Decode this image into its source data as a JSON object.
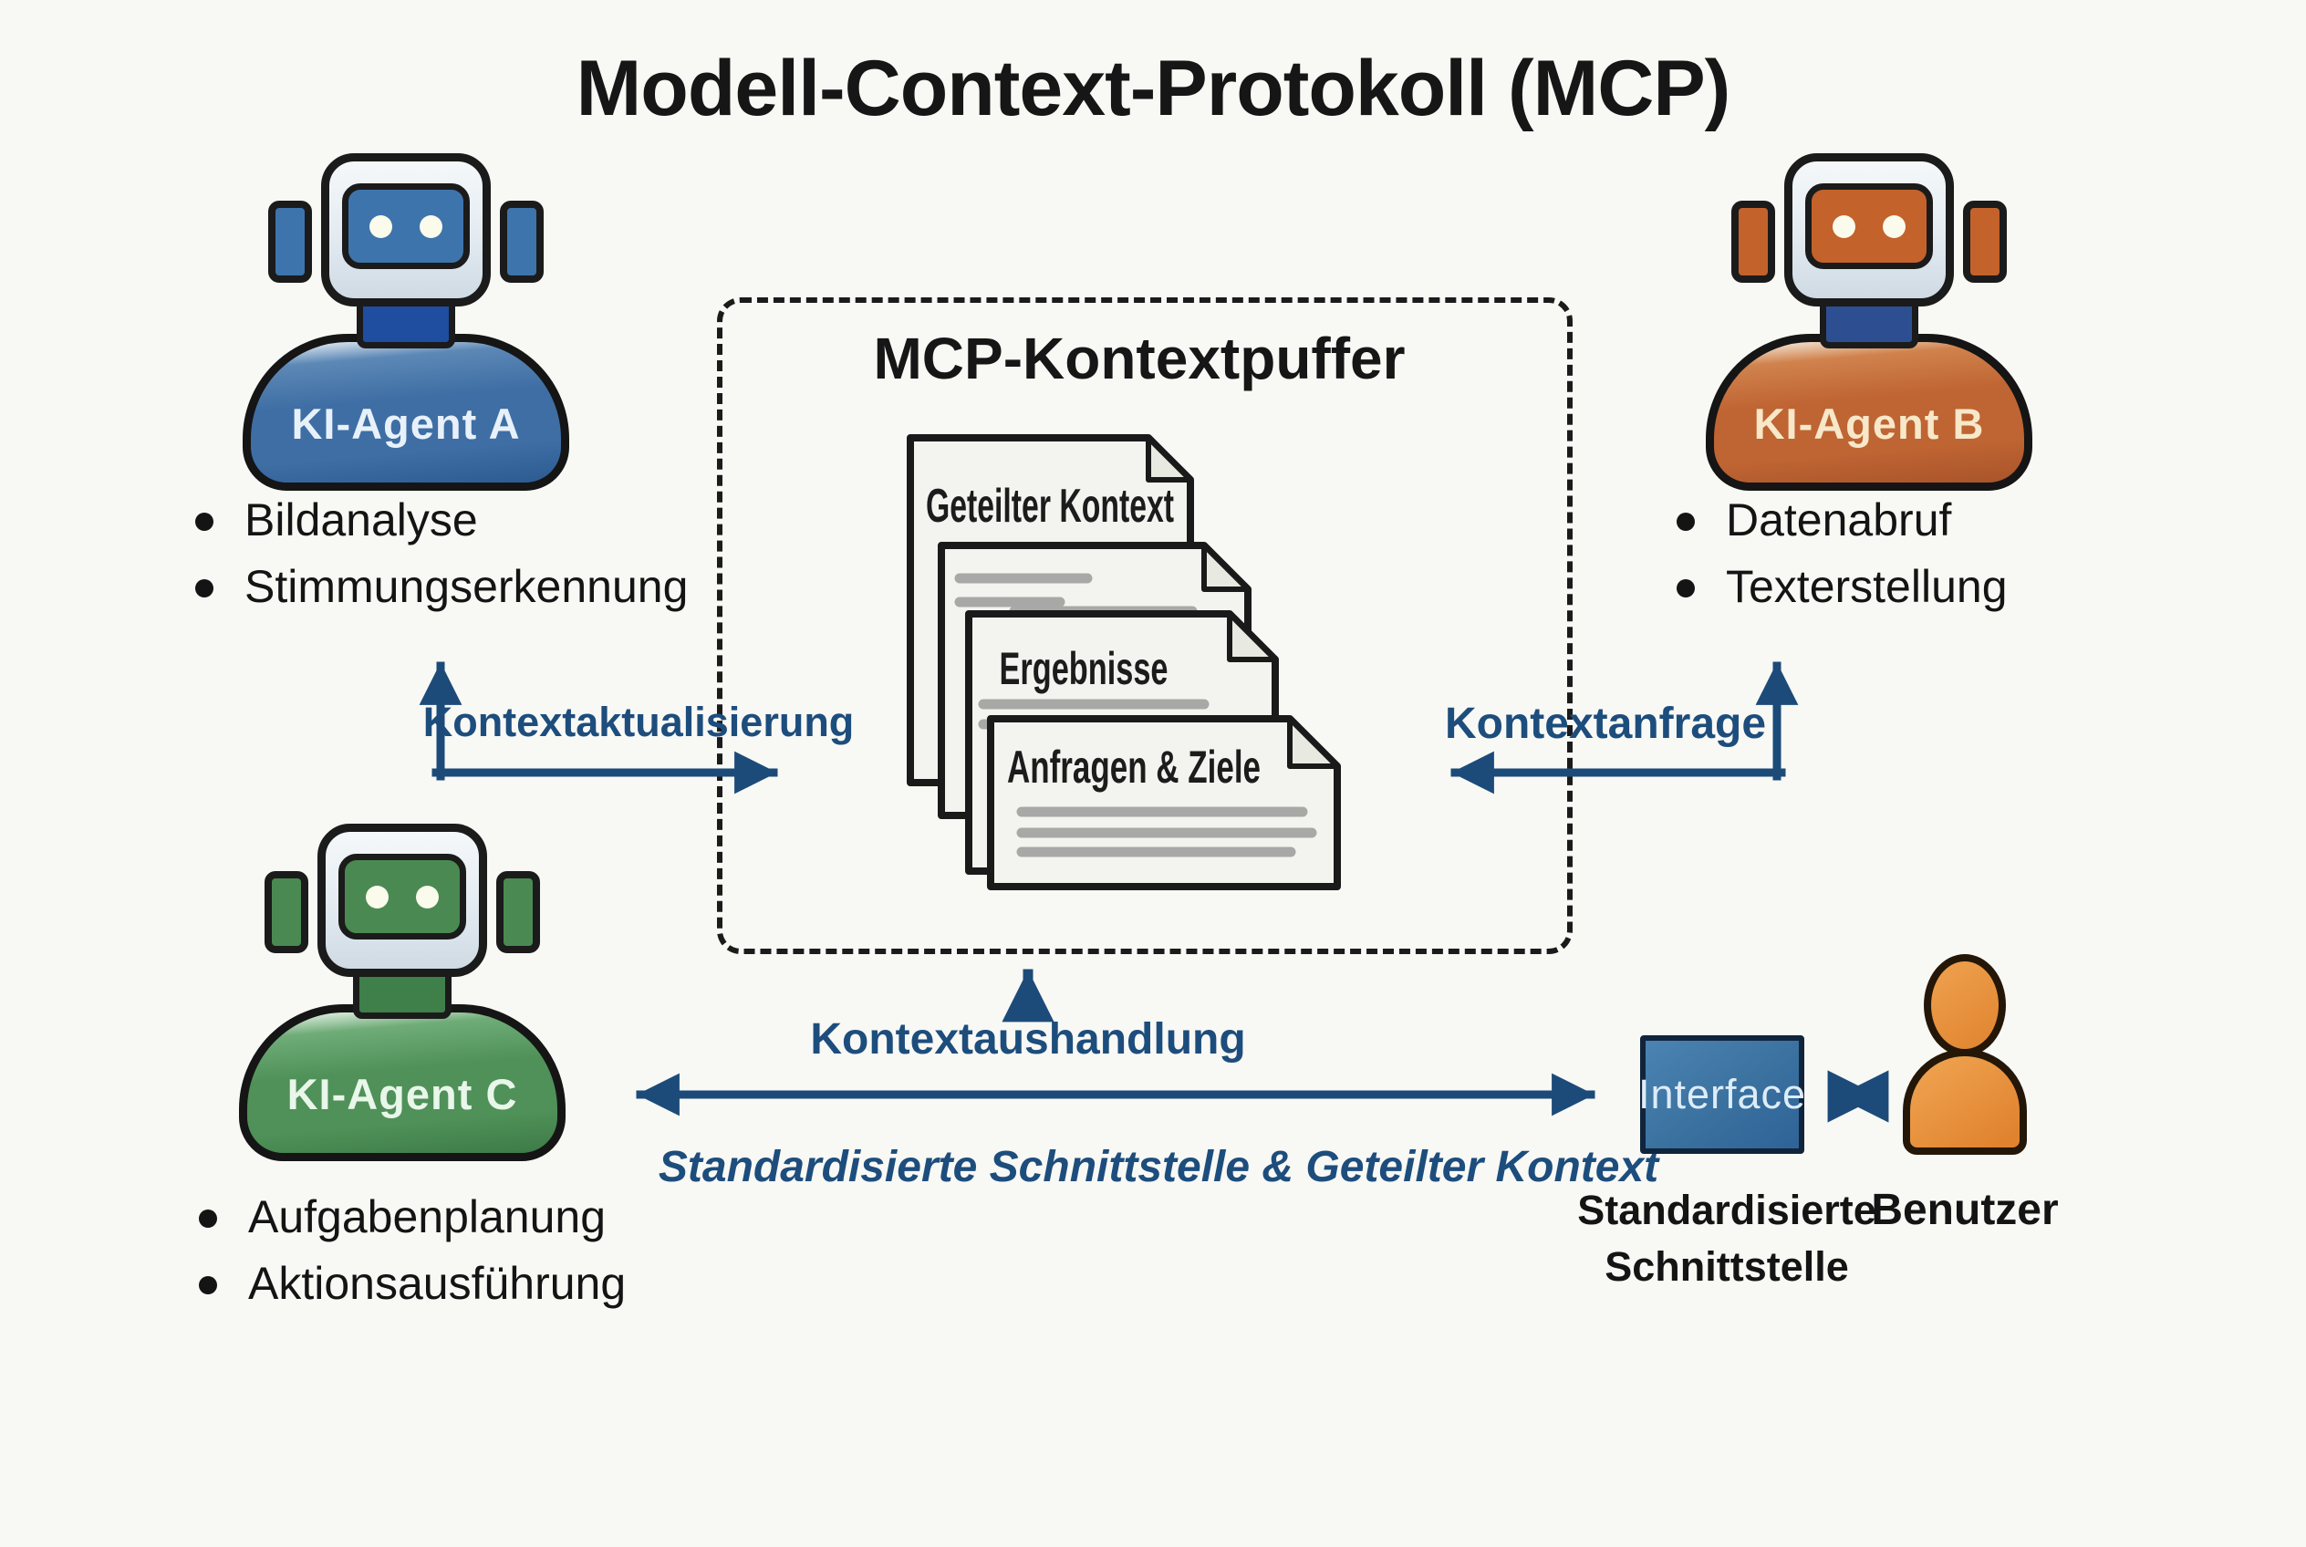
{
  "title": "Modell-Context-Protokoll (MCP)",
  "buffer": {
    "title": "MCP-Kontextpuffer",
    "documents": {
      "doc1": "Geteilter Kontext",
      "doc3": "Ergebnisse",
      "doc4": "Anfragen & Ziele"
    }
  },
  "agents": {
    "a": {
      "name": "KI-Agent A",
      "capabilities": [
        "Bildanalyse",
        "Stimmungserkennung"
      ]
    },
    "b": {
      "name": "KI-Agent B",
      "capabilities": [
        "Datenabruf",
        "Texterstellung"
      ]
    },
    "c": {
      "name": "KI-Agent C",
      "capabilities": [
        "Aufgabenplanung",
        "Aktionsausführung"
      ]
    }
  },
  "labels": {
    "update": "Kontextaktualisierung",
    "request": "Kontextanfrage",
    "negotiation": "Kontextaushandlung",
    "shared_caption": "Standardisierte Schnittstelle & Geteilter Kontext",
    "interface_caption_1": "Standardisierte",
    "interface_caption_2": "Schnittstelle"
  },
  "interface": {
    "label": "Interface"
  },
  "user": {
    "label": "Benutzer"
  },
  "colors": {
    "arrow_navy": "#1c4b79",
    "agent_a_blue": "#3e6ea4",
    "agent_b_orange": "#bf6433",
    "agent_c_green": "#4f9158",
    "interface_blue": "#3a719f",
    "user_orange": "#e0832f",
    "background": "#f8f8f5"
  }
}
